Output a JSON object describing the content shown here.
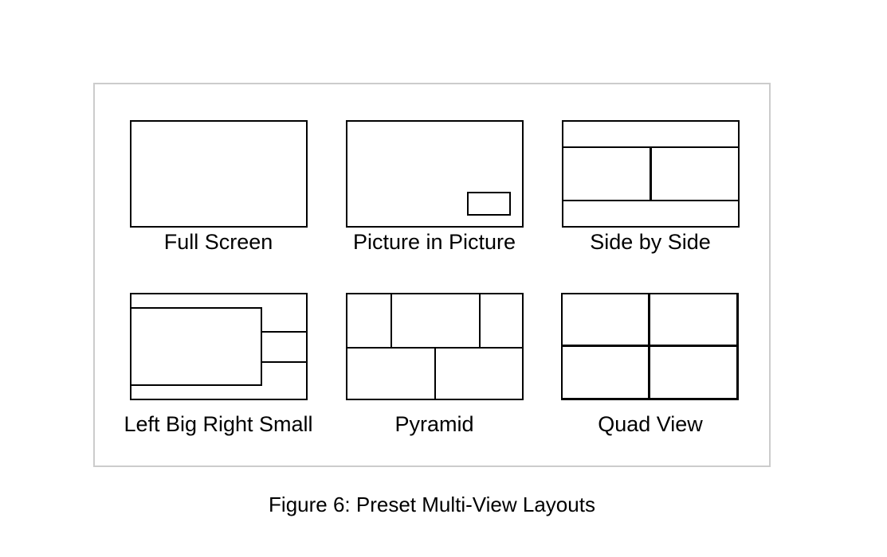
{
  "figure": {
    "caption": "Figure 6: Preset Multi-View Layouts",
    "layouts": [
      {
        "id": "full-screen",
        "label": "Full Screen"
      },
      {
        "id": "picture-in-picture",
        "label": "Picture in Picture"
      },
      {
        "id": "side-by-side",
        "label": "Side by Side"
      },
      {
        "id": "left-big-right-small",
        "label": "Left Big Right Small"
      },
      {
        "id": "pyramid",
        "label": "Pyramid"
      },
      {
        "id": "quad-view",
        "label": "Quad View"
      }
    ],
    "colors": {
      "line": "#000000",
      "panel_border": "#cccccc",
      "background": "#ffffff"
    }
  }
}
